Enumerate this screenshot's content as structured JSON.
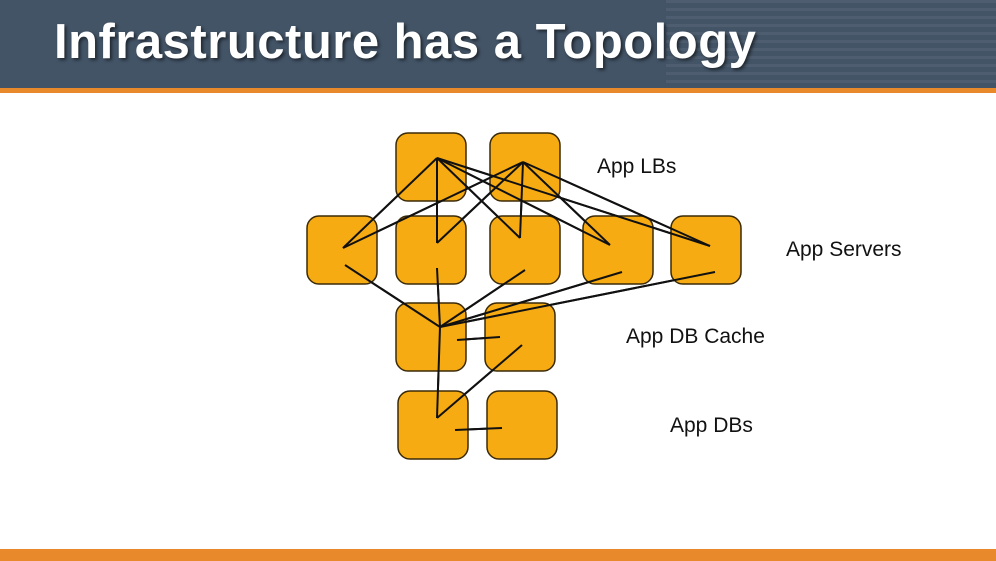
{
  "slide": {
    "title": "Infrastructure has a Topology"
  },
  "diagram": {
    "labels": {
      "app_lbs": "App LBs",
      "app_servers": "App Servers",
      "app_db_cache": "App DB Cache",
      "app_dbs": "App DBs"
    },
    "colors": {
      "node_fill": "#f7ab12",
      "node_stroke": "#3a2a08",
      "line": "#111111",
      "header_bg": "#435467",
      "accent": "#e8892b"
    }
  }
}
